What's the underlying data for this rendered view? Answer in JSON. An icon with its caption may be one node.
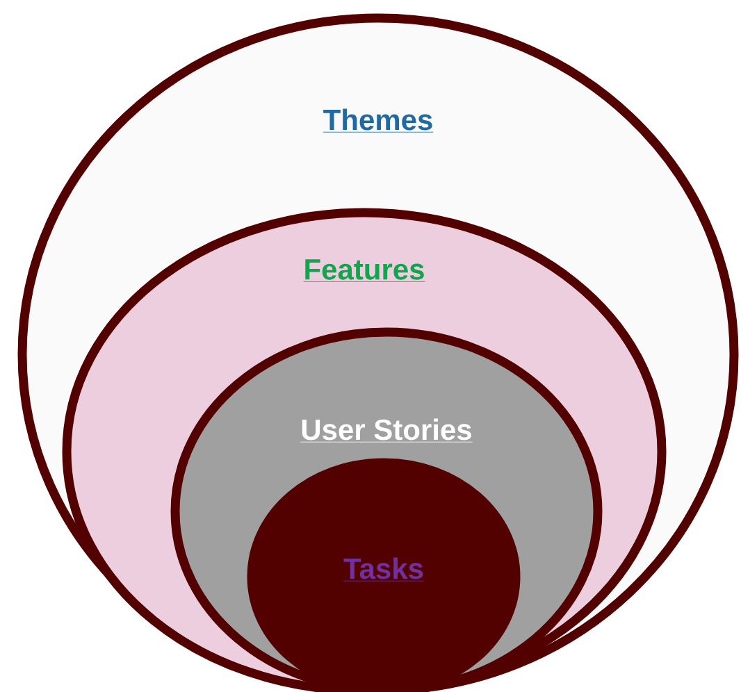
{
  "diagram": {
    "nodes": [
      {
        "text": [
          "Themes"
        ]
      },
      {
        "text": [
          "Features"
        ],
        "in": 0
      },
      {
        "text": [
          "User Stories"
        ],
        "in": 1
      },
      {
        "text": [
          "Tasks"
        ],
        "in": 2
      }
    ]
  }
}
